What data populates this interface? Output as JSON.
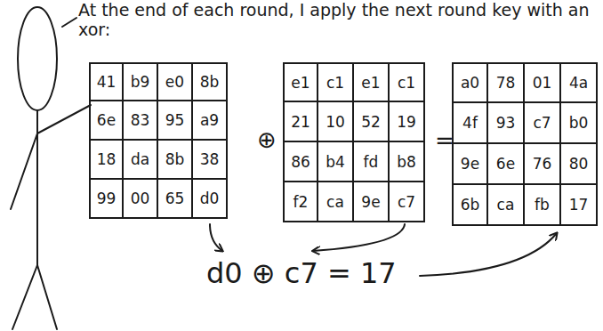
{
  "diagram": {
    "title": "At the end of each round, I apply the next round key with an xor:",
    "labels": [
      "41",
      "b9",
      "e0",
      "8b",
      "6e",
      "83",
      "95",
      "a9",
      "18",
      "da",
      "8b",
      "38",
      "99",
      "00",
      "65",
      "d0",
      "⊕",
      "e1",
      "c1",
      "e1",
      "c1",
      "21",
      "10",
      "52",
      "19",
      "86",
      "b4",
      "fd",
      "b8",
      "f2",
      "ca",
      "9e",
      "c7",
      "=",
      "a0",
      "78",
      "01",
      "4a",
      "4f",
      "93",
      "c7",
      "b0",
      "9e",
      "6e",
      "76",
      "80",
      "6b",
      "ca",
      "fb",
      "17",
      "d0 ⊕ c7 = 17"
    ]
  }
}
